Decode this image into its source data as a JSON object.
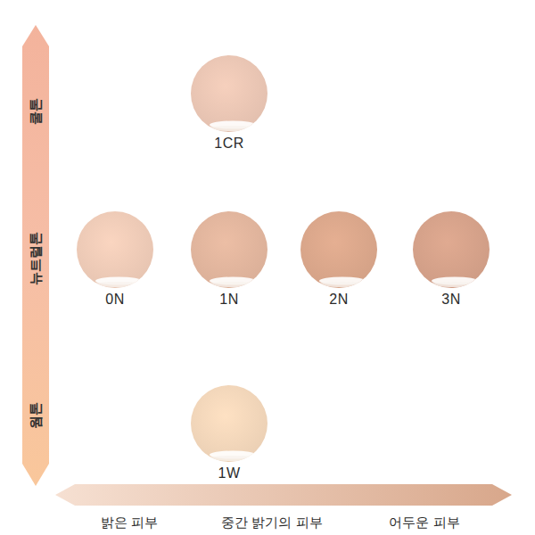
{
  "diagram": {
    "nodes": [
      {
        "text": [
          "1CR"
        ]
      },
      {
        "text": [
          "0N"
        ]
      },
      {
        "text": [
          "1N"
        ]
      },
      {
        "text": [
          "2N"
        ]
      },
      {
        "text": [
          "3N"
        ]
      },
      {
        "text": [
          "1W"
        ]
      }
    ],
    "labels": [
      "쿨톤",
      "뉴트럴톤",
      "웜톤",
      "밝은 피부",
      "중간 밝기의 피부",
      "어두운 피부"
    ]
  }
}
